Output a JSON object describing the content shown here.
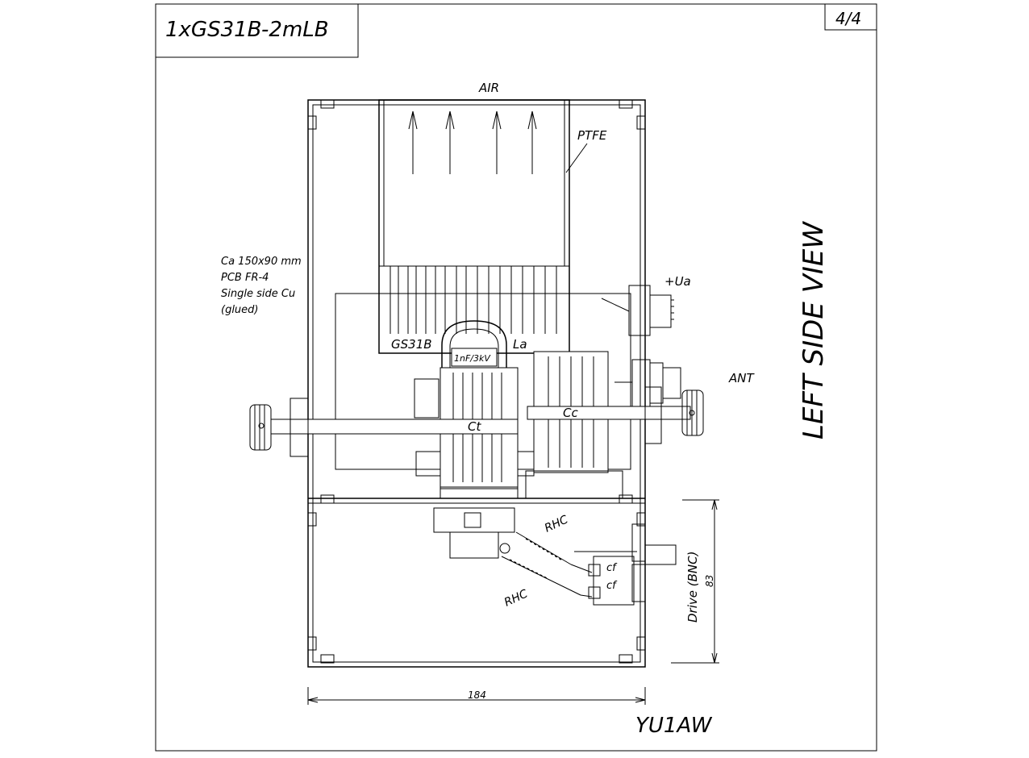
{
  "drawing": {
    "title": "1xGS31B-2mLB",
    "sheet": "4/4",
    "view_label": "LEFT SIDE VIEW",
    "author": "YU1AW"
  },
  "labels": {
    "air": "AIR",
    "ptfe": "PTFE",
    "ca_note": [
      "Ca 150x90 mm",
      "PCB FR-4",
      "Single side Cu",
      "(glued)"
    ],
    "tube": "GS31B",
    "la": "La",
    "cap_rating": "1nF/3kV",
    "ct": "Ct",
    "cc": "Cc",
    "ua": "+Ua",
    "ant": "ANT",
    "rhc_top": "RHC",
    "rhc_bottom": "RHC",
    "cf_top": "cf",
    "cf_bottom": "cf",
    "drive": "Drive (BNC)",
    "dim_height": "83",
    "dim_width": "184"
  },
  "colors": {
    "line": "#000000",
    "background": "#ffffff"
  }
}
